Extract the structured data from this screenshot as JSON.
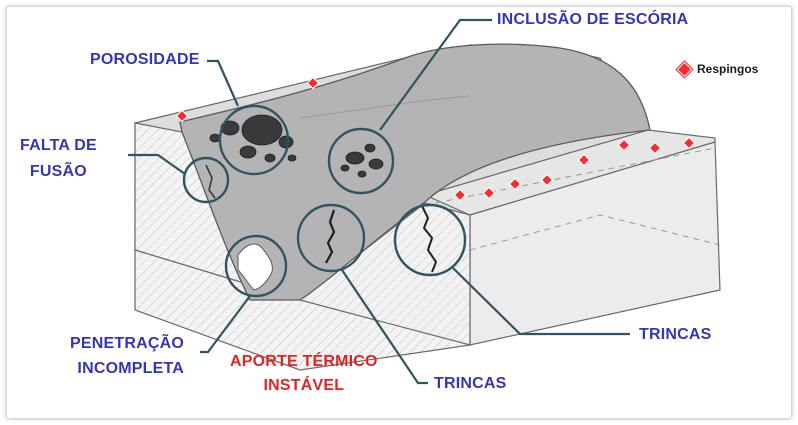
{
  "labels": {
    "porosidade": "POROSIDADE",
    "inclusao": "INCLUSÃO DE ESCÓRIA",
    "falta_fusao_1": "FALTA DE",
    "falta_fusao_2": "FUSÃO",
    "penetracao_1": "PENETRAÇÃO",
    "penetracao_2": "INCOMPLETA",
    "aporte_1": "APORTE TÉRMICO",
    "aporte_2": "INSTÁVEL",
    "trincas_bottom": "TRINCAS",
    "trincas_right": "TRINCAS"
  },
  "legend": {
    "label": "Respingos",
    "icon": "red-diamond-icon"
  },
  "colors": {
    "label_blue": "#3535b8",
    "label_red": "#e02424",
    "callout_line": "#2f5561",
    "spatter": "#ff2a2a",
    "bead": "#b4b4b4",
    "steel_top": "#dedede",
    "steel_side": "#ececec"
  }
}
